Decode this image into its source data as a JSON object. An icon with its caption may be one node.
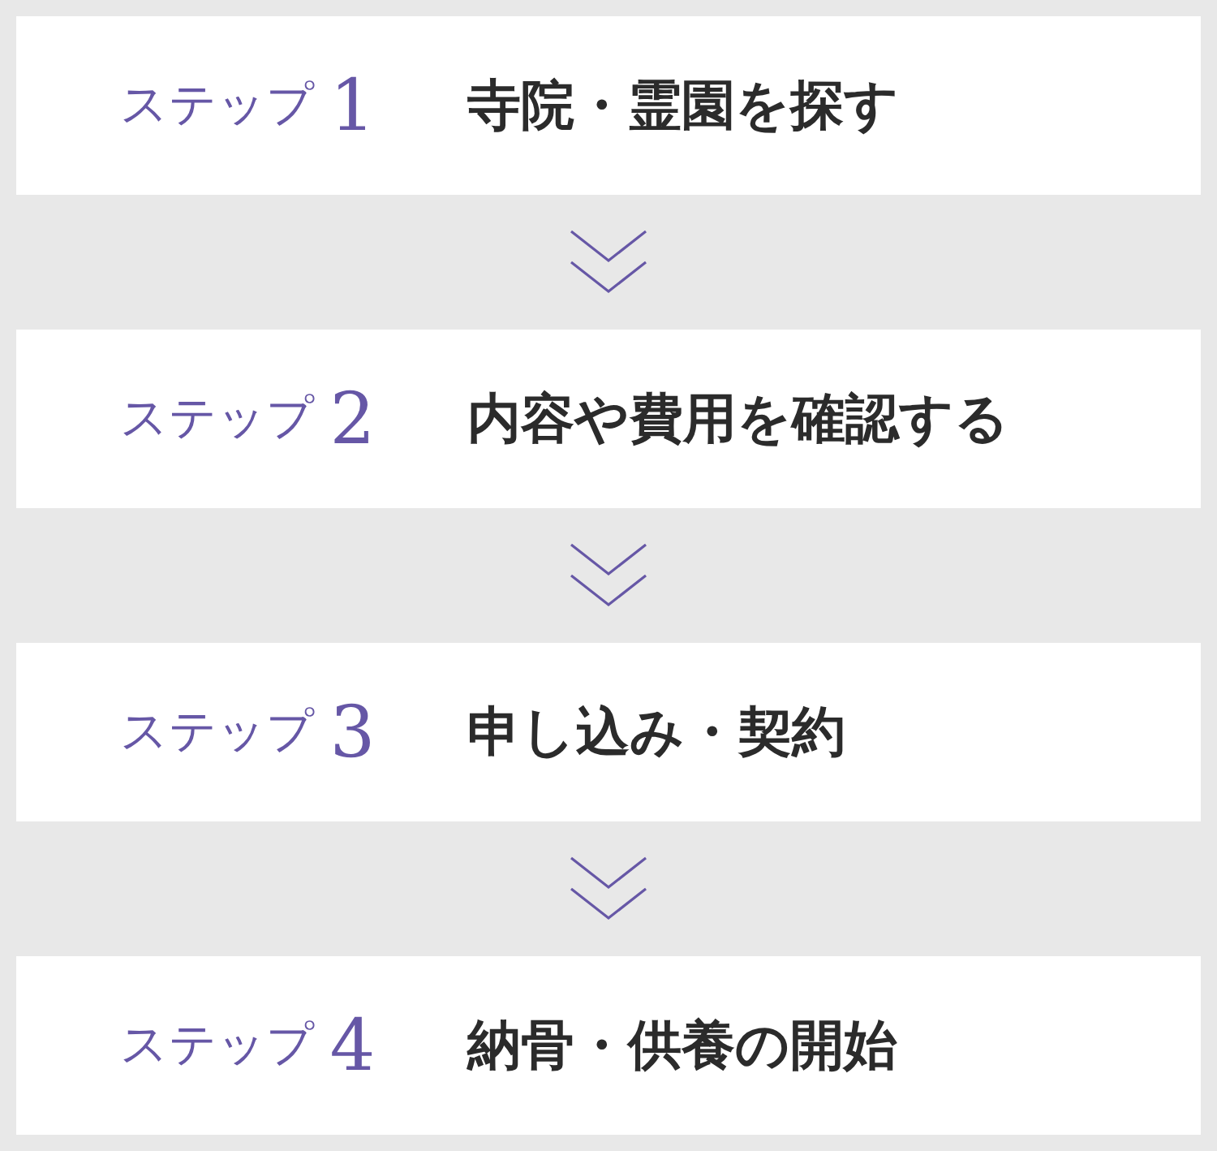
{
  "diagram": {
    "nodes": [
      {
        "text": [
          "ステップ 1",
          "寺院・霊園を探す"
        ]
      },
      {
        "text": [
          "ステップ 2",
          "内容や費用を確認する"
        ]
      },
      {
        "text": [
          "ステップ 3",
          "申し込み・契約"
        ]
      },
      {
        "text": [
          "ステップ 4",
          "納骨・供養の開始"
        ]
      }
    ],
    "edges": [
      {
        "from": 0,
        "to": 1,
        "arrow": "to"
      },
      {
        "from": 1,
        "to": 2,
        "arrow": "to"
      },
      {
        "from": 2,
        "to": 3,
        "arrow": "to"
      }
    ]
  }
}
